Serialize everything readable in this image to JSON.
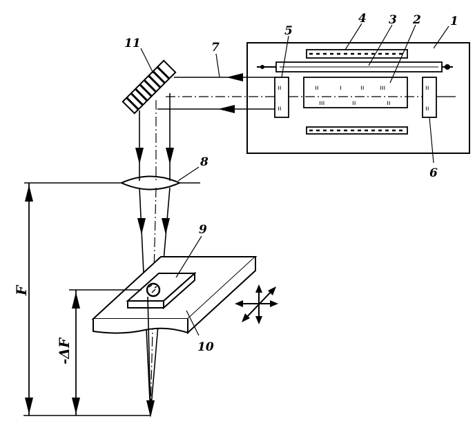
{
  "labels": {
    "n1": "1",
    "n2": "2",
    "n3": "3",
    "n4": "4",
    "n5": "5",
    "n6": "6",
    "n7": "7",
    "n8": "8",
    "n9": "9",
    "n10": "10",
    "n11": "11",
    "F": "F",
    "dF": "-ΔF"
  },
  "colors": {
    "ink": "#000000",
    "paper": "#ffffff"
  }
}
